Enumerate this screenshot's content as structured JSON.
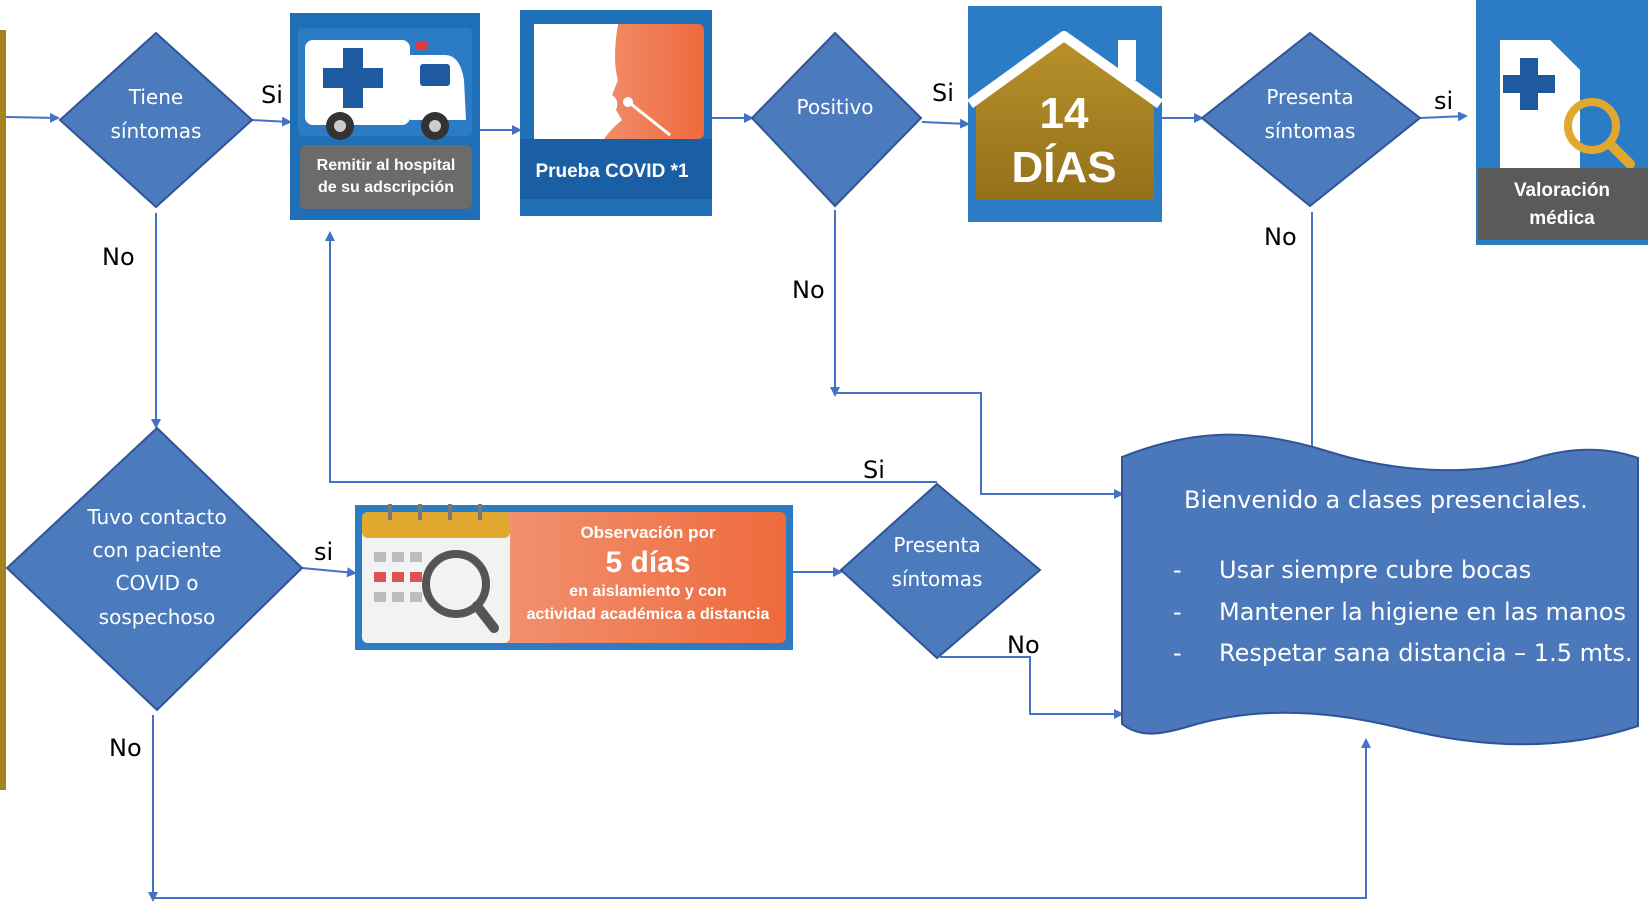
{
  "colors": {
    "diamond_fill": "#4b7abd",
    "diamond_stroke": "#2f5597",
    "arrow": "#4472c4",
    "doc_fill": "#4a78ba",
    "card_blue": "#1f6fb7",
    "gold": "#a8821d",
    "orange": "#ef6a3c"
  },
  "decisions": {
    "tiene_sintomas": [
      "Tiene",
      "síntomas"
    ],
    "positivo": [
      "Positivo"
    ],
    "presenta_sintomas_top": [
      "Presenta",
      "síntomas"
    ],
    "tuvo_contacto": [
      "Tuvo contacto",
      "con paciente",
      "COVID o",
      "sospechoso"
    ],
    "presenta_sintomas_bottom": [
      "Presenta",
      "síntomas"
    ]
  },
  "labels": {
    "si1": "Si",
    "no1": "No",
    "si2": "Si",
    "no2": "No",
    "si3": "si",
    "no3": "No",
    "si4": "si",
    "no4": "No",
    "si5": "Si",
    "no5": "No"
  },
  "cards": {
    "hospital": [
      "Remitir al hospital",
      "de su adscripción"
    ],
    "covid_test": "Prueba COVID *1",
    "quarantine": [
      "14",
      "DÍAS"
    ],
    "valoracion": [
      "Valoración",
      "médica"
    ],
    "observacion": [
      "Observación por",
      "5 días",
      "en aislamiento y con",
      "actividad académica a distancia"
    ]
  },
  "icons": {
    "hospital": "ambulance-icon",
    "covid_test": "nasal-swab-icon",
    "quarantine": "house-icon",
    "valoracion": "document-magnifier-icon",
    "observacion": "calendar-magnifier-icon"
  },
  "final": {
    "title": "Bienvenido a clases presenciales.",
    "items": [
      "Usar siempre cubre bocas",
      "Mantener la higiene en las manos",
      "Respetar sana distancia – 1.5 mts."
    ],
    "bullet": "-"
  }
}
